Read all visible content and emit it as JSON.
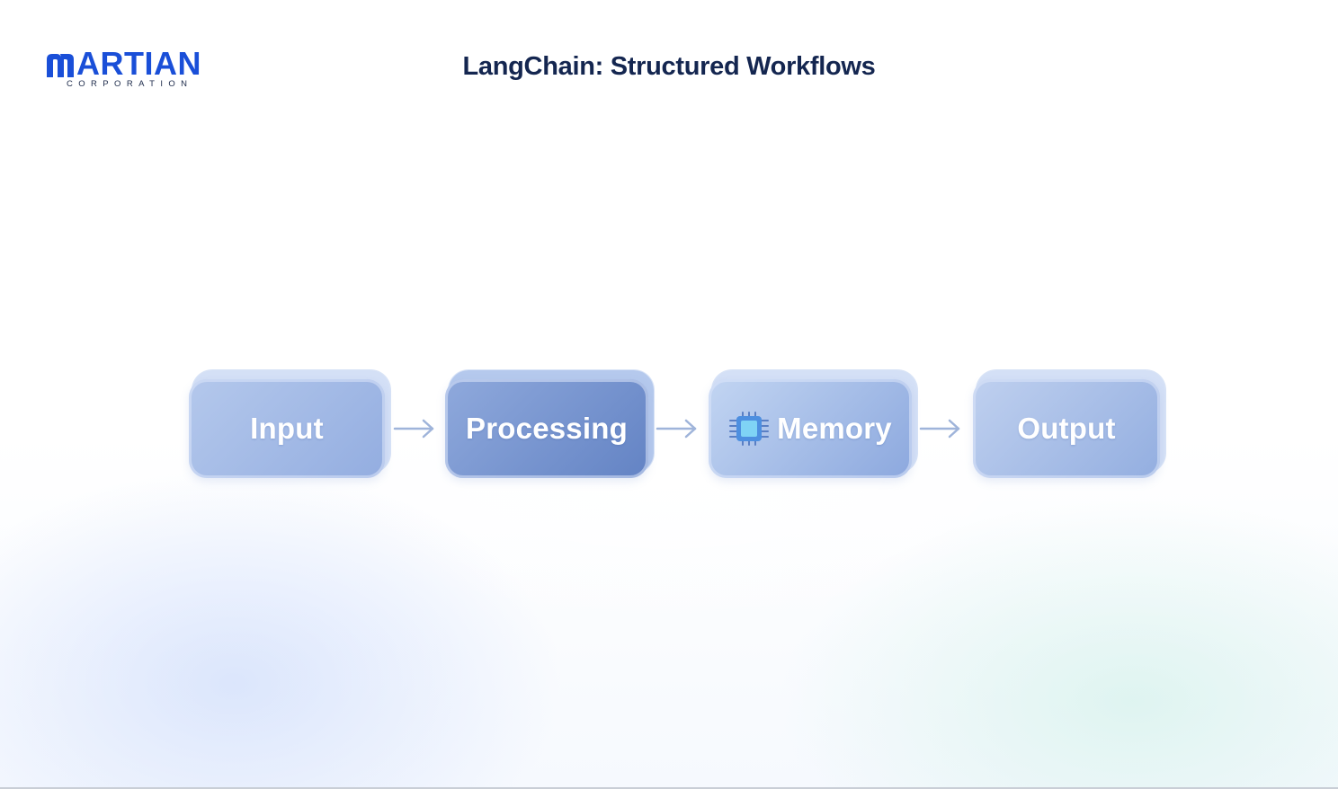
{
  "brand": {
    "name_rest": "ARTIAN",
    "subtitle": "CORPORATION",
    "color": "#1a4fd8"
  },
  "title": "LangChain: Structured Workflows",
  "flow": {
    "nodes": [
      {
        "label": "Input",
        "icon": null
      },
      {
        "label": "Processing",
        "icon": null
      },
      {
        "label": "Memory",
        "icon": "chip-icon"
      },
      {
        "label": "Output",
        "icon": null
      }
    ],
    "arrow_color": "#9fb4da"
  }
}
